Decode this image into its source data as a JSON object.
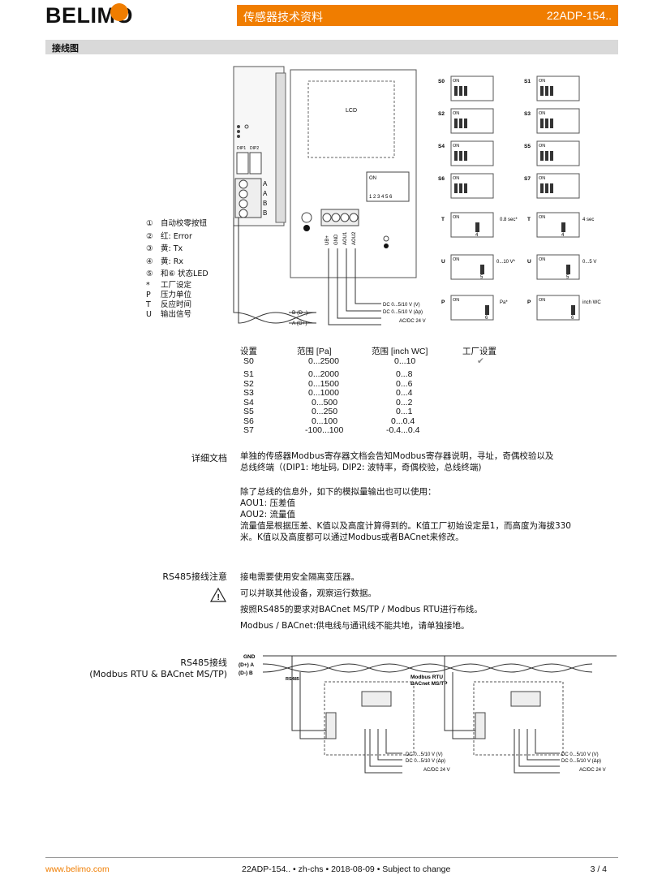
{
  "header": {
    "brand": "BELIMO",
    "title": "传感器技术资料",
    "code": "22ADP-154.."
  },
  "section": {
    "title": "接线图"
  },
  "legend": [
    {
      "sym": "①",
      "text": "自动校零按钮"
    },
    {
      "sym": "②",
      "text": "红: Error"
    },
    {
      "sym": "③",
      "text": "黄: Tx"
    },
    {
      "sym": "④",
      "text": "黄: Rx"
    },
    {
      "sym": "⑤",
      "text": "和⑥  状态LED"
    },
    {
      "sym": "*",
      "text": "工厂设定"
    },
    {
      "sym": "P",
      "text": "压力单位"
    },
    {
      "sym": "T",
      "text": "反应时间"
    },
    {
      "sym": "U",
      "text": "输出信号"
    }
  ],
  "diagram": {
    "lcd": "LCD",
    "dip1": "DIP1",
    "dip2": "DIP2",
    "on": "ON",
    "dip_numbers": "1 2 3 4 5 6",
    "terminal_labels": [
      "A",
      "A",
      "B",
      "B"
    ],
    "connector_labels": [
      "UB+",
      "GND",
      "AOU1",
      "AOU2"
    ],
    "outputs": [
      "DC 0...5/10 V  (V)",
      "DC 0...5/10 V  (Δp)",
      "AC/DC 24 V"
    ],
    "bus": [
      "B (D -)",
      "A (D+)"
    ],
    "switch_sets": [
      "S0",
      "S1",
      "S2",
      "S3",
      "S4",
      "S5",
      "S6",
      "S7"
    ],
    "option_rows": [
      {
        "code": "T",
        "left_note": "0.8 sec*",
        "right_note": "4 sec",
        "num": "4"
      },
      {
        "code": "U",
        "left_note": "0...10 V*",
        "right_note": "0...5 V",
        "num": "5"
      },
      {
        "code": "P",
        "left_note": "Pa*",
        "right_note": "inch WC",
        "num": "6"
      }
    ]
  },
  "range_table": {
    "headers": [
      "设置",
      "范围 [Pa]",
      "范围 [inch WC]",
      "工厂设置"
    ],
    "rows": [
      [
        "S0",
        "0...2500",
        "0...10"
      ],
      [
        "S1",
        "0...2000",
        "0...8"
      ],
      [
        "S2",
        "0...1500",
        "0...6"
      ],
      [
        "S3",
        "0...1000",
        "0...4"
      ],
      [
        "S4",
        "0...500",
        "0...2"
      ],
      [
        "S5",
        "0...250",
        "0...1"
      ],
      [
        "S6",
        "0...100",
        "0...0.4"
      ],
      [
        "S7",
        "-100...100",
        "-0.4...0.4"
      ]
    ],
    "factory_mark": "✔"
  },
  "details": {
    "label": "详细文档",
    "p1": "单独的传感器Modbus寄存器文档会告知Modbus寄存器说明，寻址，奇偶校验以及",
    "p1b": "总线终端（(DIP1: 地址码, DIP2: 波特率，奇偶校验，总线终端)",
    "p2": "除了总线的信息外，如下的模拟量输出也可以使用：",
    "p3": "AOU1: 压差值",
    "p4": "AOU2: 流量值",
    "p5": "流量值是根据压差、K值以及高度计算得到的。K值工厂初始设定是1，而高度为海拔330",
    "p5b": "米。K值以及高度都可以通过Modbus或者BACnet来修改。"
  },
  "rs485_notes": {
    "label": "RS485接线注意",
    "n1": "接电需要使用安全隔离变压器。",
    "n2": "可以并联其他设备，观察运行数据。",
    "n3": "按照RS485的要求对BACnet MS/TP / Modbus RTU进行布线。",
    "n4": "Modbus / BACnet:供电线与通讯线不能共地，请单独接地。"
  },
  "rs485_wiring": {
    "label1": "RS485接线",
    "label2": "(Modbus RTU & BACnet MS/TP)",
    "gnd": "GND",
    "a": "(D+) A",
    "b": "(D-) B",
    "rs485": "RS485",
    "bus_note1": "Modbus RTU",
    "bus_note2": "BACnet MS/TP"
  },
  "footer": {
    "url": "www.belimo.com",
    "doc": "22ADP-154.. • zh-chs • 2018-08-09 • Subject to change",
    "page": "3 / 4"
  },
  "colors": {
    "accent": "#f07d00",
    "bar": "#d9d9d9"
  }
}
